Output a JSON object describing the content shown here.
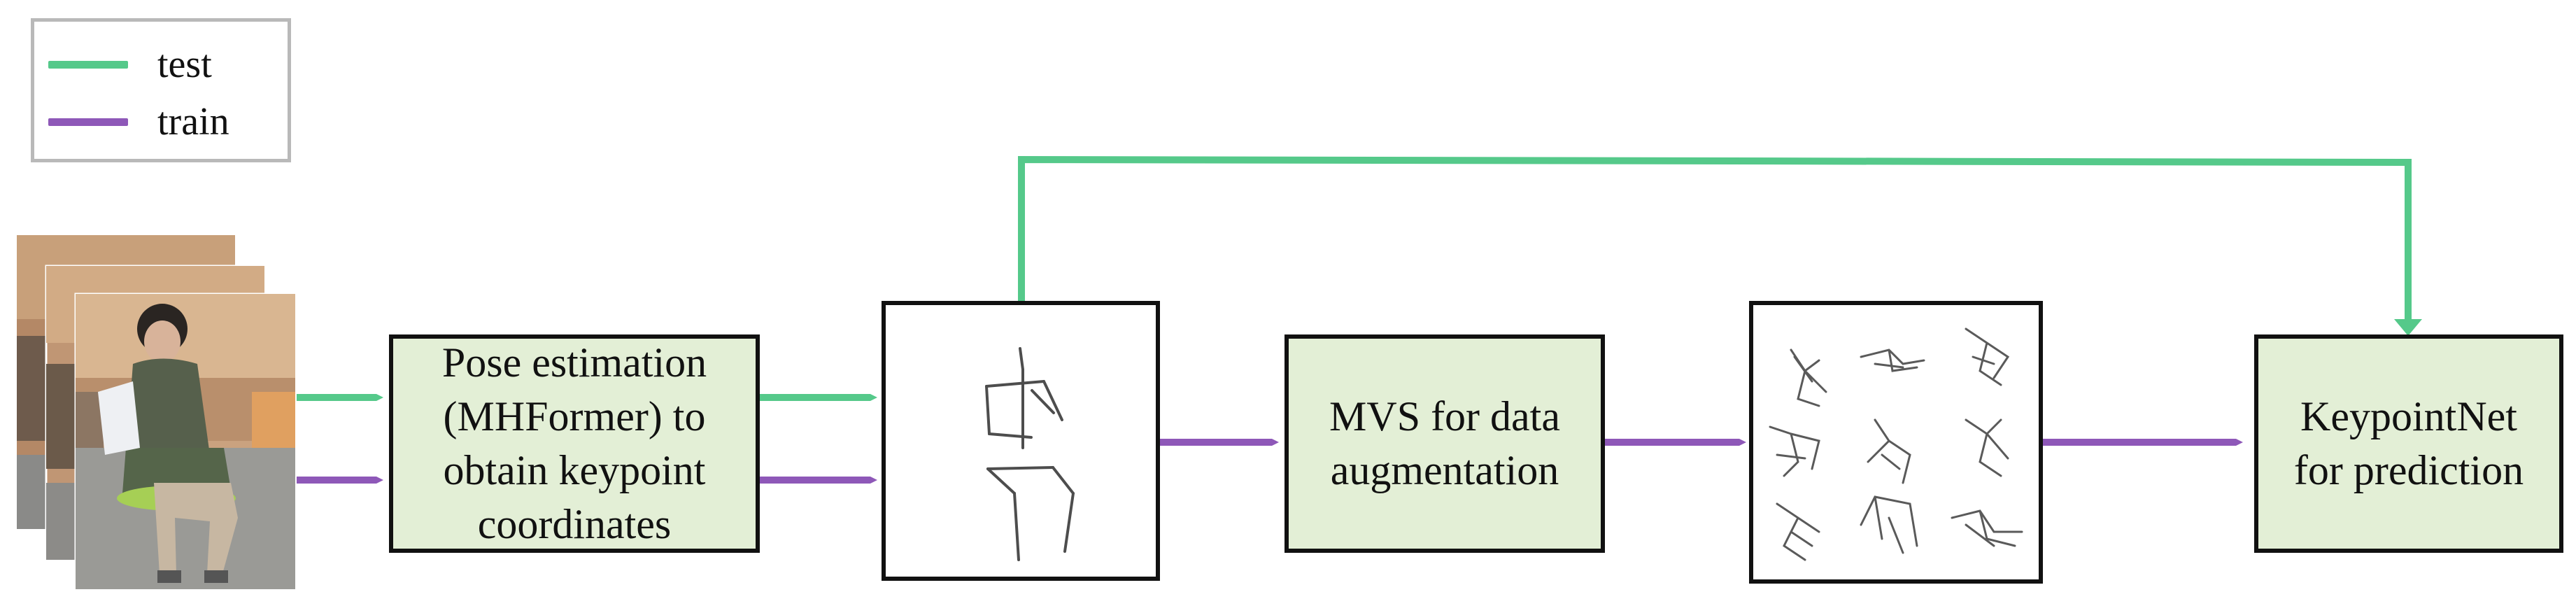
{
  "legend": {
    "test": {
      "label": "test",
      "color": "#55c98a"
    },
    "train": {
      "label": "train",
      "color": "#8e58b8"
    }
  },
  "nodes": {
    "input_frames": {
      "icon": "person-photo-stack"
    },
    "pose_estimation": {
      "lines": [
        "Pose estimation",
        "(MHFormer) to",
        "obtain keypoint",
        "coordinates"
      ]
    },
    "keypoints_view": {
      "icon": "skeleton-icon"
    },
    "mvs": {
      "lines": [
        "MVS for data",
        "augmentation"
      ]
    },
    "augmented_views": {
      "icon": "skeleton-grid-icon"
    },
    "keypointnet": {
      "lines": [
        "KeypointNet",
        "for prediction"
      ]
    }
  },
  "colors": {
    "box_fill": "#e3efd6",
    "border": "#111111"
  }
}
